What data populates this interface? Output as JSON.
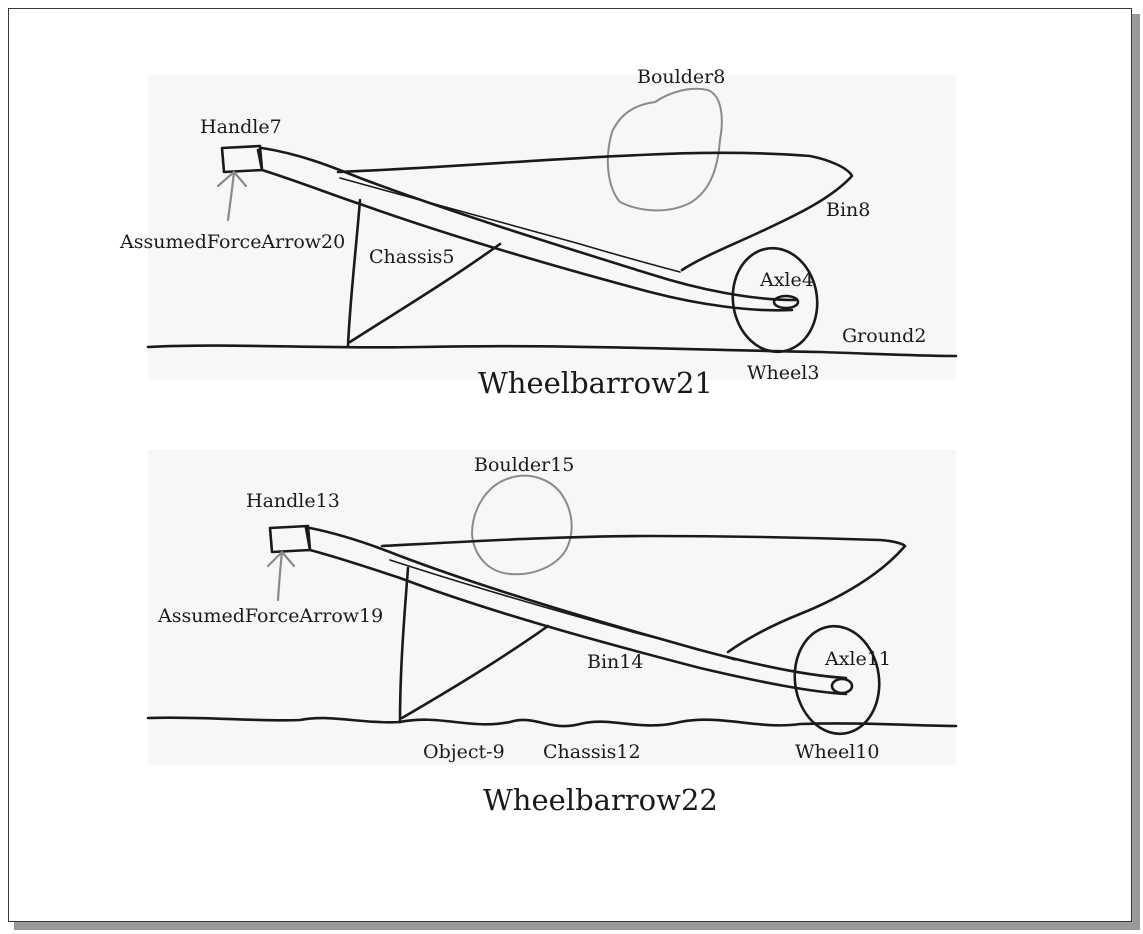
{
  "diagrams": [
    {
      "title": "Wheelbarrow21",
      "labels": {
        "boulder": "Boulder8",
        "handle": "Handle7",
        "bin": "Bin8",
        "force_arrow": "AssumedForceArrow20",
        "chassis": "Chassis5",
        "axle": "Axle4",
        "ground": "Ground2",
        "wheel": "Wheel3"
      }
    },
    {
      "title": "Wheelbarrow22",
      "labels": {
        "boulder": "Boulder15",
        "handle": "Handle13",
        "force_arrow": "AssumedForceArrow19",
        "axle": "Axle11",
        "bin": "Bin14",
        "object": "Object-9",
        "chassis": "Chassis12",
        "wheel": "Wheel10"
      }
    }
  ],
  "colors": {
    "ink": "#1a1a1a",
    "boulder_stroke": "#8a8a8a",
    "arrow_stroke": "#8a8a8a",
    "sketch_background": "#f7f7f7",
    "frame_shadow": "#9a9a9a"
  }
}
